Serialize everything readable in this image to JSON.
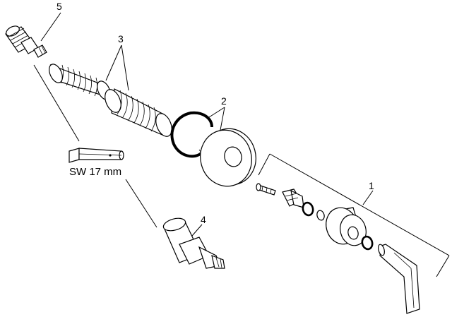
{
  "labels": {
    "callout_1": "1",
    "callout_2": "2",
    "callout_3": "3",
    "callout_4": "4",
    "callout_5": "5",
    "tool_size": "SW 17 mm"
  },
  "icons": {
    "part_1": "handle-and-cartridge-assembly",
    "part_2": "circlip-and-rosette",
    "part_3": "extension-sleeves",
    "part_4": "valve-body",
    "part_5": "threaded-insert",
    "tool": "hex-socket-wrench"
  }
}
